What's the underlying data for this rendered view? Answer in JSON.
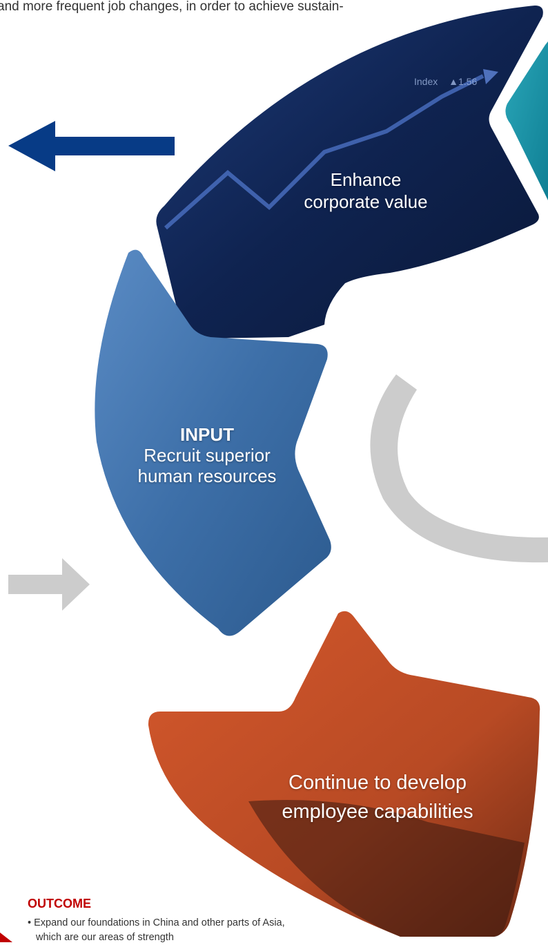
{
  "intro_text": "and more frequent job changes, in order to achieve sustain-",
  "segments": {
    "value": {
      "line1": "Enhance",
      "line2": "corporate value"
    },
    "input": {
      "heading": "INPUT",
      "line1": "Recruit superior",
      "line2": "human resources"
    },
    "develop": {
      "line1": "Continue to develop",
      "line2": "employee capabilities"
    }
  },
  "chart_overlay": {
    "index_label": "Index",
    "index_value": "▲1.56"
  },
  "outcome": {
    "title": "OUTCOME",
    "bullet_line1": "• Expand our foundations in China and other parts of Asia,",
    "bullet_line2": "which are our areas of strength"
  },
  "colors": {
    "navy": "#0f2350",
    "blue_arrow": "#073b86",
    "input_blue": "#3d6fa8",
    "orange": "#b84a24",
    "teal": "#1a95a8",
    "gray": "#cccccc",
    "outcome_red": "#c00000"
  }
}
